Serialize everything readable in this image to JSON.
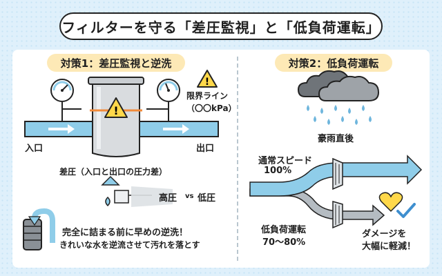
{
  "title": "フィルターを守る「差圧監視」と「低負荷運転」",
  "left": {
    "heading": "対策1：差圧監視と逆洗",
    "inlet": "入口",
    "outlet": "出口",
    "limit_line": "限界ライン",
    "limit_value": "（〇〇kPa）",
    "dp_caption": "差圧（入口と出口の圧力差）",
    "high": "高圧",
    "vs": "vs",
    "low": "低圧",
    "backwash_line1": "完全に詰まる前に早めの逆洗！",
    "backwash_line2": "きれいな水を逆流させて汚れを落とす"
  },
  "right": {
    "heading": "対策2：低負荷運転",
    "after_rain": "豪雨直後",
    "normal_speed": "通常スピード",
    "normal_pct": "100%",
    "low_load": "低負荷運転",
    "low_pct": "70〜80%",
    "damage_line1": "ダメージを",
    "damage_line2": "大幅に軽減！"
  },
  "colors": {
    "background": "#dff0fb",
    "flow_blue": "#8fcde9",
    "arrow_gray": "#b5bcc2",
    "warning_yellow": "#ffd84a",
    "heading_bg": "#fde9b6",
    "limit_orange": "#f28a3a"
  }
}
